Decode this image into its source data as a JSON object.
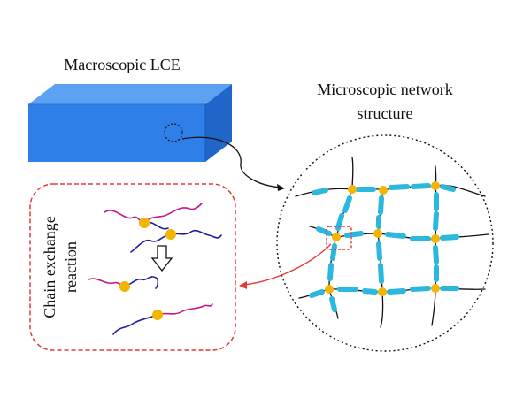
{
  "labels": {
    "macro_title": "Macroscopic LCE",
    "micro_title_line1": "Microscopic network",
    "micro_title_line2": "structure",
    "inset_line1": "Chain exchange",
    "inset_line2": "reaction"
  },
  "colors": {
    "block_front": "#2F7FE8",
    "block_top": "#5DA2F2",
    "block_side": "#1F66C8",
    "mesogen": "#2BB7DE",
    "crosslink": "#F4B400",
    "chain_blue": "#1E1E9C",
    "chain_magenta": "#C2188C",
    "dashed_red": "#E53935",
    "network_line": "#111111"
  },
  "icons": {
    "down_arrow": "hollow-down-arrow-icon"
  }
}
